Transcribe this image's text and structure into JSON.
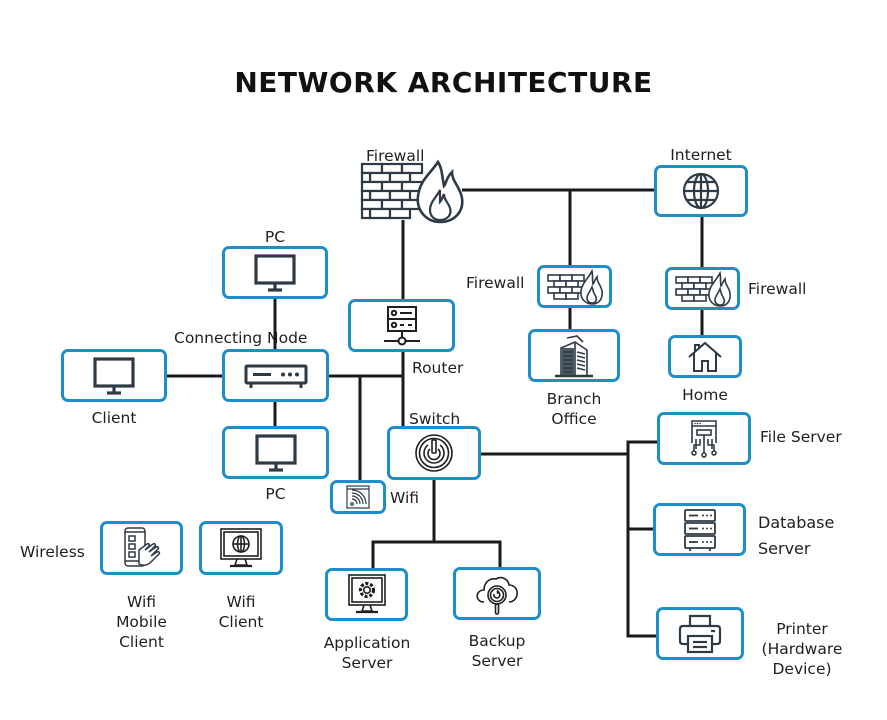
{
  "title": "NETWORK ARCHITECTURE",
  "colors": {
    "node_border": "#1e8ec9",
    "line": "#1a1a1a",
    "icon": "#2e3a46"
  },
  "nodes": {
    "firewall_main": {
      "label": "Firewall",
      "icon": "firewall-icon"
    },
    "internet": {
      "label": "Internet",
      "icon": "globe-icon"
    },
    "firewall_branch": {
      "label": "Firewall",
      "icon": "firewall-icon"
    },
    "branch_office": {
      "label_line1": "Branch",
      "label_line2": "Office",
      "icon": "building-icon"
    },
    "firewall_home": {
      "label": "Firewall",
      "icon": "firewall-icon"
    },
    "home": {
      "label": "Home",
      "icon": "house-icon"
    },
    "pc_top": {
      "label": "PC",
      "icon": "monitor-icon"
    },
    "router": {
      "label": "Router",
      "icon": "router-icon"
    },
    "connecting_node": {
      "label": "Connecting Node",
      "icon": "network-hub-icon"
    },
    "client": {
      "label": "Client",
      "icon": "monitor-icon"
    },
    "pc_bottom": {
      "label": "PC",
      "icon": "monitor-icon"
    },
    "switch": {
      "label": "Switch",
      "icon": "power-switch-icon"
    },
    "wifi": {
      "label": "Wifi",
      "icon": "wifi-signal-icon"
    },
    "wireless": {
      "label": "Wireless"
    },
    "wifi_mobile_client": {
      "label_line1": "Wifi",
      "label_line2": "Mobile",
      "label_line3": "Client",
      "icon": "mobile-touch-icon"
    },
    "wifi_client": {
      "label_line1": "Wifi",
      "label_line2": "Client",
      "icon": "web-monitor-icon"
    },
    "application_server": {
      "label_line1": "Application",
      "label_line2": "Server",
      "icon": "gear-monitor-icon"
    },
    "backup_server": {
      "label_line1": "Backup",
      "label_line2": "Server",
      "icon": "cloud-backup-icon"
    },
    "file_server": {
      "label": "File Server",
      "icon": "file-server-icon"
    },
    "database_server": {
      "label_line1": "Database",
      "label_line2": "Server",
      "icon": "database-server-icon"
    },
    "printer": {
      "label_line1": "Printer",
      "label_line2": "(Hardware",
      "label_line3": "Device)",
      "icon": "printer-icon"
    }
  }
}
